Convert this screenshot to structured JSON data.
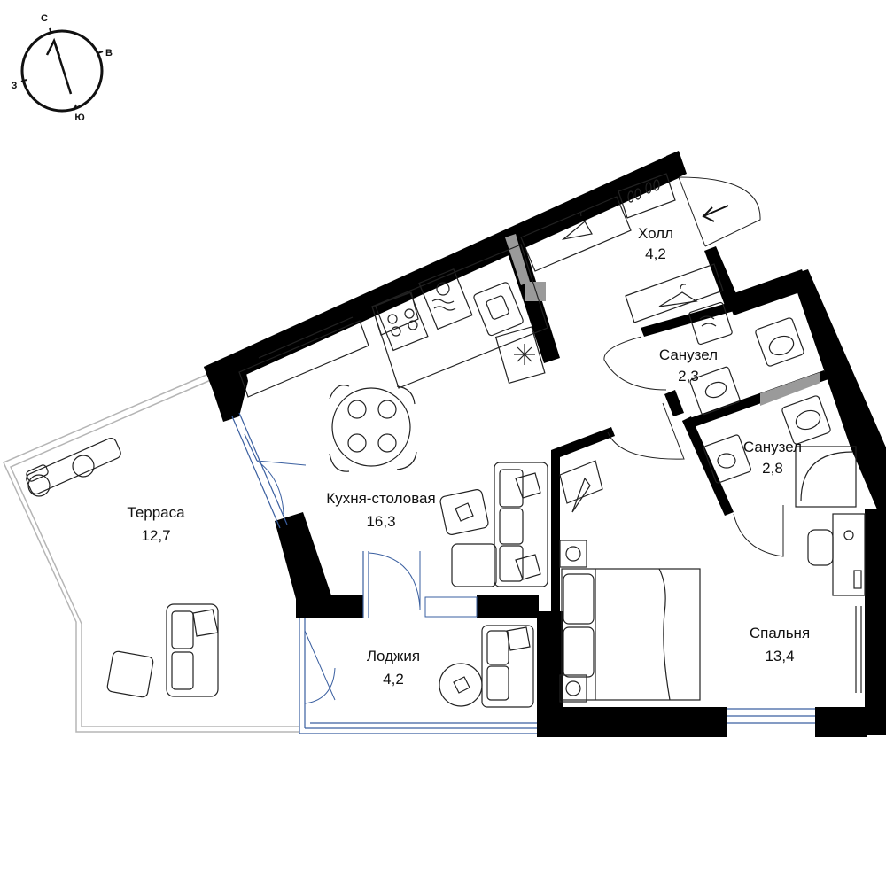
{
  "compass": {
    "north": "С",
    "east": "В",
    "south": "Ю",
    "west": "З"
  },
  "rooms": [
    {
      "id": "hall",
      "name": "Холл",
      "area": "4,2"
    },
    {
      "id": "bath1",
      "name": "Санузел",
      "area": "2,3"
    },
    {
      "id": "bath2",
      "name": "Санузел",
      "area": "2,8"
    },
    {
      "id": "kitchen",
      "name": "Кухня-столовая",
      "area": "16,3"
    },
    {
      "id": "terrace",
      "name": "Терраса",
      "area": "12,7"
    },
    {
      "id": "loggia",
      "name": "Лоджия",
      "area": "4,2"
    },
    {
      "id": "bedroom",
      "name": "Спальня",
      "area": "13,4"
    }
  ],
  "colors": {
    "wall": "#000000",
    "glazing": "#3a5fa0",
    "outline": "#b5b5b5",
    "shaft": "#9a9a9a"
  }
}
